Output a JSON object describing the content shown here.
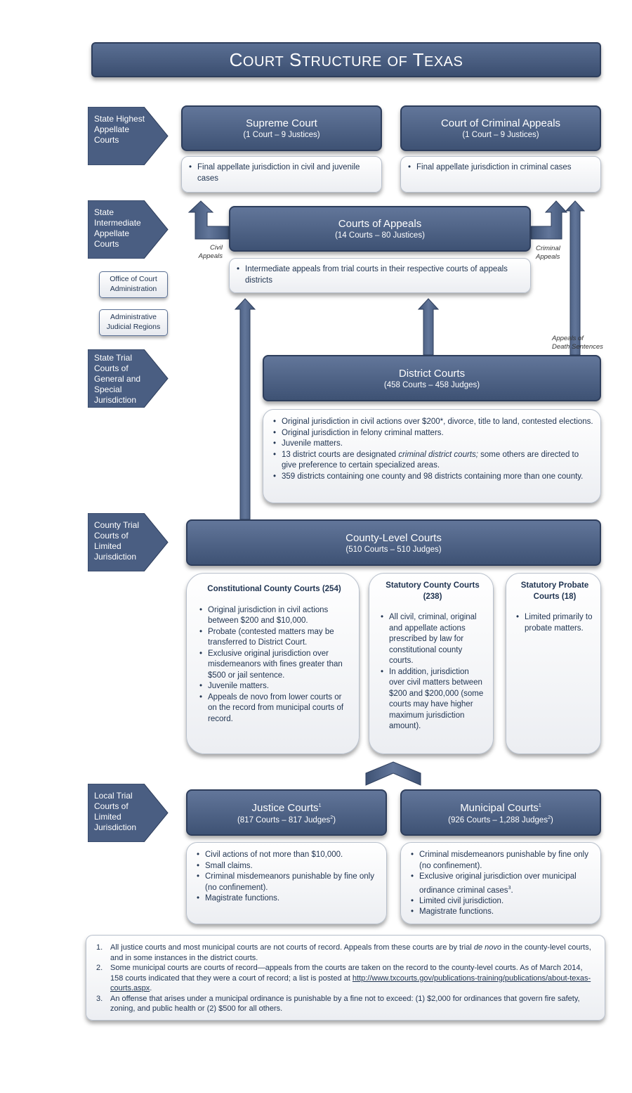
{
  "title": {
    "first_C": "C",
    "ourt": "OURT",
    "first_S": "S",
    "tructure": "TRUCTURE",
    "of": "OF",
    "first_T": "T",
    "exas": "EXAS"
  },
  "side_labels": {
    "highest": [
      "State Highest",
      "Appellate",
      "Courts"
    ],
    "intermediate": [
      "State",
      "Intermediate",
      "Appellate",
      "Courts"
    ],
    "trial_general": [
      "State Trial",
      "Courts of",
      "General and",
      "Special",
      "Jurisdiction"
    ],
    "county_limited": [
      "County Trial",
      "Courts of",
      "Limited",
      "Jurisdiction"
    ],
    "local_limited": [
      "Local Trial",
      "Courts of",
      "Limited",
      "Jurisdiction"
    ]
  },
  "admin_boxes": {
    "office": [
      "Office of Court",
      "Administration"
    ],
    "regions": [
      "Administrative",
      "Judicial Regions"
    ]
  },
  "supreme_court": {
    "name": "Supreme Court",
    "count": "(1 Court – 9 Justices)",
    "items": [
      "Final appellate jurisdiction in civil and juvenile cases"
    ]
  },
  "criminal_appeals": {
    "name": "Court of Criminal Appeals",
    "count": "(1 Court – 9 Justices)",
    "items": [
      "Final appellate jurisdiction in criminal cases"
    ]
  },
  "courts_of_appeals": {
    "name": "Courts of Appeals",
    "count": "(14 Courts – 80 Justices)",
    "items": [
      "Intermediate appeals from trial courts in their respective courts of appeals districts"
    ]
  },
  "arrow_notes": {
    "civil": [
      "Civil",
      "Appeals"
    ],
    "criminal": [
      "Criminal",
      "Appeals"
    ],
    "death": [
      "Appeals of",
      "Death Sentences"
    ]
  },
  "district_courts": {
    "name": "District Courts",
    "count": "(458 Courts – 458 Judges)",
    "items": [
      "Original jurisdiction in civil actions over $200*, divorce, title to land, contested elections.",
      "Original jurisdiction in felony criminal matters.",
      "Juvenile matters."
    ],
    "item4_pre": "13 district courts are designated ",
    "item4_em": "criminal district courts;",
    "item4_post": " some others are directed to give preference to certain specialized areas.",
    "item5": "359 districts containing one county and 98 districts containing more than one county."
  },
  "county_level": {
    "name": "County-Level Courts",
    "count": "(510 Courts – 510 Judges)"
  },
  "constitutional_county": {
    "heading": "Constitutional County Courts (254)",
    "items": [
      "Original jurisdiction in civil actions between $200 and $10,000.",
      "Probate (contested matters may be transferred to District Court.",
      "Exclusive original jurisdiction over misdemeanors with fines greater than $500 or jail sentence.",
      "Juvenile matters.",
      "Appeals de novo from lower courts or on the record from municipal courts of record."
    ]
  },
  "statutory_county": {
    "heading": "Statutory County Courts (238)",
    "items": [
      "All civil, criminal, original and appellate actions prescribed by law for constitutional county courts.",
      "In addition, jurisdiction over civil matters between $200 and $200,000 (some courts may have higher maximum jurisdiction amount)."
    ]
  },
  "statutory_probate": {
    "heading": "Statutory Probate Courts (18)",
    "items": [
      "Limited primarily to probate matters."
    ]
  },
  "justice_courts": {
    "name": "Justice Courts",
    "sup": "1",
    "count_pre": "(817 Courts – 817 Judges",
    "count_sup": "2",
    "count_post": ")",
    "items": [
      "Civil actions of not more than $10,000.",
      "Small claims.",
      "Criminal misdemeanors punishable by fine only (no confinement).",
      "Magistrate functions."
    ]
  },
  "municipal_courts": {
    "name": "Municipal Courts",
    "sup": "1",
    "count_pre": "(926 Courts – 1,288 Judges",
    "count_sup": "2",
    "count_post": ")",
    "items_first": "Criminal misdemeanors punishable by fine only (no confinement).",
    "item2_pre": "Exclusive original jurisdiction over municipal ordinance criminal cases",
    "item2_sup": "3",
    "item2_post": ".",
    "items_rest": [
      "Limited civil jurisdiction.",
      "Magistrate functions."
    ]
  },
  "footnotes": {
    "n1": "1.",
    "f1_pre": "All justice courts and most municipal courts are not courts of record. Appeals from these courts are by trial ",
    "f1_em": "de novo",
    "f1_post": " in the county-level courts, and in some instances in the district courts.",
    "n2": "2.",
    "f2_pre": "Some municipal courts are courts of record—appeals from the courts are taken on the record to the county-level courts. As of March 2014, 158 courts indicated that they were a court of record; a list is posted at ",
    "f2_link": "http://www.txcourts.gov/publications-training/publications/about-texas-courts.aspx",
    "f2_post": ".",
    "n3": "3.",
    "f3": "An offense that arises under a municipal ordinance is punishable by a fine not to exceed: (1) $2,000 for ordinances that govern fire safety, zoning, and public health or (2) $500 for all others."
  },
  "colors": {
    "box_dark": "#3e5274",
    "box_light": "#62769a",
    "text": "#1f3350"
  }
}
